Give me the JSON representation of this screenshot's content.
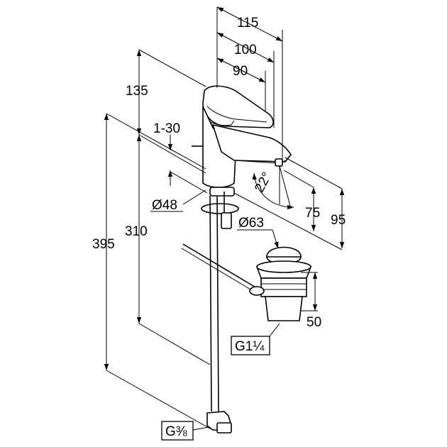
{
  "dimensions": {
    "d115": "115",
    "d100": "100",
    "d90": "90",
    "d135": "135",
    "d1_30": "1-30",
    "d_spout_angle": "22°",
    "d_dia48": "Ø48",
    "d_dia63": "Ø63",
    "d75": "75",
    "d95": "95",
    "d395": "395",
    "d310": "310",
    "d50": "50"
  },
  "thread_labels": {
    "waste": "G1¼",
    "supply": "G⅜"
  }
}
